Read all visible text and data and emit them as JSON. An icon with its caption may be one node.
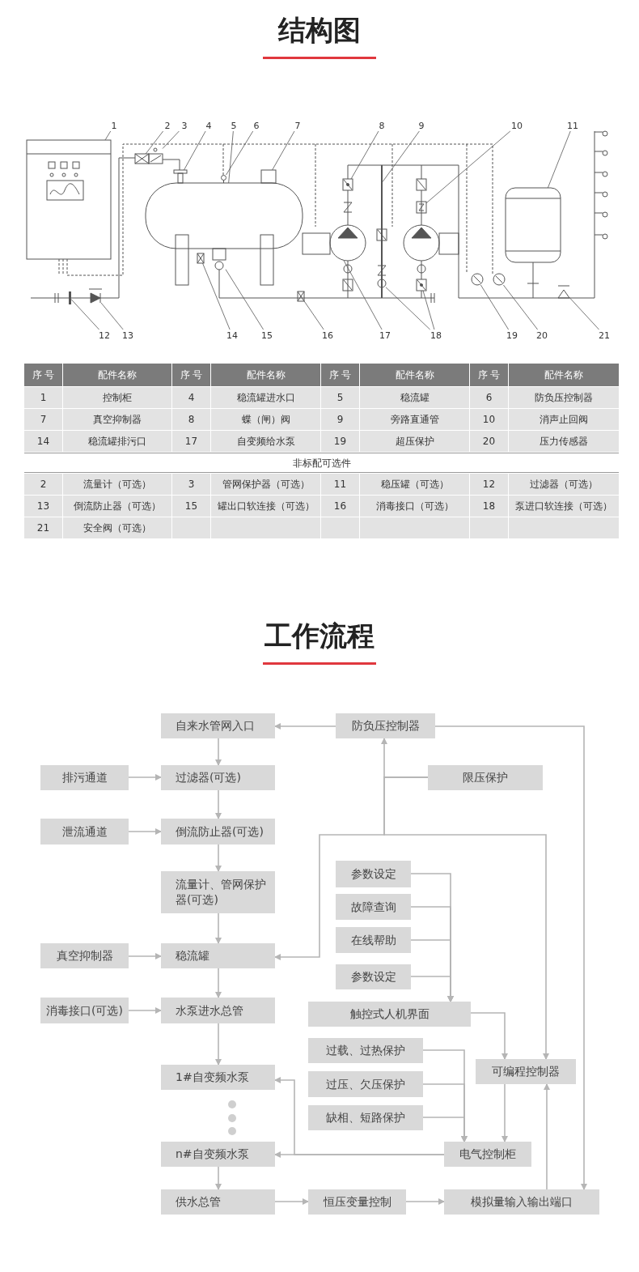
{
  "diagram": {
    "nodes": [
      {
        "text": [
          "1"
        ]
      },
      {
        "text": [
          "2"
        ]
      },
      {
        "text": [
          "3"
        ]
      },
      {
        "text": [
          "4"
        ]
      },
      {
        "text": [
          "5"
        ]
      },
      {
        "text": [
          "6"
        ]
      },
      {
        "text": [
          "7"
        ]
      },
      {
        "text": [
          "8"
        ]
      },
      {
        "text": [
          "9"
        ]
      },
      {
        "text": [
          "10"
        ]
      },
      {
        "text": [
          "11"
        ]
      },
      {
        "text": [
          "12"
        ]
      },
      {
        "text": [
          "13"
        ]
      },
      {
        "text": [
          "14"
        ]
      },
      {
        "text": [
          "15"
        ]
      },
      {
        "text": [
          "16"
        ]
      },
      {
        "text": [
          "17"
        ]
      },
      {
        "text": [
          "18"
        ]
      },
      {
        "text": [
          "19"
        ]
      },
      {
        "text": [
          "20"
        ]
      },
      {
        "text": [
          "21"
        ]
      },
      {
        "text": [
          "自来水管网入口"
        ]
      },
      {
        "text": [
          "防负压控制器"
        ]
      },
      {
        "text": [
          "排污通道"
        ]
      },
      {
        "text": [
          "过滤器(可选)"
        ]
      },
      {
        "text": [
          "限压保护"
        ]
      },
      {
        "text": [
          "泄流通道"
        ]
      },
      {
        "text": [
          "倒流防止器(可选)"
        ]
      },
      {
        "text": [
          "参数设定"
        ]
      },
      {
        "text": [
          "流量计、管网保护器(可选)"
        ]
      },
      {
        "text": [
          "故障查询"
        ]
      },
      {
        "text": [
          "在线帮助"
        ]
      },
      {
        "text": [
          "真空抑制器"
        ]
      },
      {
        "text": [
          "稳流罐"
        ]
      },
      {
        "text": [
          "参数设定"
        ]
      },
      {
        "text": [
          "消毒接口(可选)"
        ]
      },
      {
        "text": [
          "水泵进水总管"
        ]
      },
      {
        "text": [
          "触控式人机界面"
        ]
      },
      {
        "text": [
          "过载、过热保护"
        ]
      },
      {
        "text": [
          "可编程控制器"
        ]
      },
      {
        "text": [
          "1#自变频水泵"
        ]
      },
      {
        "text": [
          "过压、欠压保护"
        ]
      },
      {
        "text": [
          "缺相、短路保护"
        ]
      },
      {
        "text": [
          "n#自变频水泵"
        ]
      },
      {
        "text": [
          "电气控制柜"
        ]
      },
      {
        "text": [
          "供水总管"
        ]
      },
      {
        "text": [
          "恒压变量控制"
        ]
      },
      {
        "text": [
          "模拟量输入输出端口"
        ]
      },
      {
        "text": [],
        "shape": "box"
      },
      {
        "text": [],
        "shape": "box"
      },
      {
        "text": [],
        "shape": "box"
      },
      {
        "text": [],
        "shape": "box"
      },
      {
        "text": [],
        "shape": "cylinder"
      },
      {
        "text": [],
        "shape": "circle"
      },
      {
        "text": [],
        "shape": "box"
      },
      {
        "text": [],
        "shape": "box"
      },
      {
        "text": [],
        "shape": "bar"
      },
      {
        "text": [],
        "shape": "box"
      },
      {
        "text": [],
        "shape": "cylinder"
      },
      {
        "text": [],
        "shape": "bar"
      },
      {
        "text": [],
        "shape": "triangle"
      },
      {
        "text": [],
        "shape": "box"
      },
      {
        "text": [],
        "shape": "box"
      },
      {
        "text": [],
        "shape": "box"
      },
      {
        "text": [],
        "shape": "circle"
      },
      {
        "text": [],
        "shape": "circle"
      },
      {
        "text": [],
        "shape": "box"
      },
      {
        "text": [],
        "shape": "circle"
      },
      {
        "text": [],
        "shape": "circle"
      },
      {
        "text": [],
        "shape": "triangle"
      }
    ],
    "edges": [
      {
        "from": 0,
        "to": 48,
        "arrow": "none",
        "color": "#555555"
      },
      {
        "from": 1,
        "to": 49,
        "arrow": "none",
        "color": "#555555"
      },
      {
        "from": 2,
        "to": 50,
        "arrow": "none",
        "color": "#555555"
      },
      {
        "from": 3,
        "to": 51,
        "arrow": "none",
        "color": "#555555"
      },
      {
        "from": 4,
        "to": 52,
        "arrow": "none",
        "color": "#555555"
      },
      {
        "from": 5,
        "to": 53,
        "arrow": "none",
        "color": "#555555"
      },
      {
        "from": 6,
        "to": 54,
        "arrow": "none",
        "color": "#555555"
      },
      {
        "from": 7,
        "to": 55,
        "arrow": "none",
        "color": "#555555"
      },
      {
        "from": 8,
        "to": 56,
        "arrow": "none",
        "color": "#555555"
      },
      {
        "from": 9,
        "to": 57,
        "arrow": "none",
        "color": "#555555"
      },
      {
        "from": 10,
        "to": 58,
        "arrow": "none",
        "color": "#555555"
      },
      {
        "from": 11,
        "to": 59,
        "arrow": "none",
        "color": "#555555"
      },
      {
        "from": 12,
        "to": 60,
        "arrow": "none",
        "color": "#555555"
      },
      {
        "from": 13,
        "to": 61,
        "arrow": "none",
        "color": "#555555"
      },
      {
        "from": 14,
        "to": 62,
        "arrow": "none",
        "color": "#555555"
      },
      {
        "from": 15,
        "to": 63,
        "arrow": "none",
        "color": "#555555"
      },
      {
        "from": 16,
        "to": 64,
        "arrow": "none",
        "color": "#555555"
      },
      {
        "from": 17,
        "to": 65,
        "arrow": "none",
        "color": "#555555"
      },
      {
        "from": 17,
        "to": 66,
        "arrow": "none",
        "color": "#555555"
      },
      {
        "from": 18,
        "to": 67,
        "arrow": "none",
        "color": "#555555"
      },
      {
        "from": 19,
        "to": 68,
        "arrow": "none",
        "color": "#555555"
      },
      {
        "from": 20,
        "to": 69,
        "arrow": "none",
        "color": "#555555"
      },
      {
        "from": 21,
        "to": 24,
        "arrow": "to"
      },
      {
        "from": 24,
        "to": 27,
        "arrow": "to"
      },
      {
        "from": 27,
        "to": 29,
        "arrow": "to"
      },
      {
        "from": 29,
        "to": 33,
        "arrow": "to"
      },
      {
        "from": 33,
        "to": 36,
        "arrow": "to"
      },
      {
        "from": 36,
        "to": 40,
        "arrow": "to"
      },
      {
        "from": 43,
        "to": 45,
        "arrow": "to"
      },
      {
        "from": 23,
        "to": 24,
        "arrow": "to"
      },
      {
        "from": 26,
        "to": 27,
        "arrow": "to"
      },
      {
        "from": 32,
        "to": 33,
        "arrow": "to"
      },
      {
        "from": 35,
        "to": 36,
        "arrow": "to"
      },
      {
        "from": 22,
        "to": 21,
        "arrow": "to"
      },
      {
        "from": 22,
        "to": 47,
        "arrow": "to"
      },
      {
        "from": 25,
        "to": 22,
        "arrow": "to"
      },
      {
        "from": 25,
        "to": 33,
        "arrow": "to"
      },
      {
        "from": 25,
        "to": 39,
        "arrow": "to"
      },
      {
        "from": 28,
        "to": 37,
        "arrow": "to"
      },
      {
        "from": 30,
        "to": 37,
        "arrow": "to"
      },
      {
        "from": 31,
        "to": 37,
        "arrow": "to"
      },
      {
        "from": 34,
        "to": 37,
        "arrow": "to"
      },
      {
        "from": 37,
        "to": 39,
        "arrow": "to"
      },
      {
        "from": 38,
        "to": 44,
        "arrow": "to"
      },
      {
        "from": 41,
        "to": 44,
        "arrow": "to"
      },
      {
        "from": 42,
        "to": 44,
        "arrow": "to"
      },
      {
        "from": 39,
        "to": 44,
        "arrow": "to"
      },
      {
        "from": 44,
        "to": 43,
        "arrow": "to"
      },
      {
        "from": 44,
        "to": 40,
        "arrow": "to"
      },
      {
        "from": 45,
        "to": 46,
        "arrow": "to"
      },
      {
        "from": 46,
        "to": 47,
        "arrow": "to"
      },
      {
        "from": 47,
        "to": 39,
        "arrow": "to"
      }
    ],
    "labels": [
      "结构图",
      "序 号",
      "配件名称",
      "序 号",
      "配件名称",
      "序 号",
      "配件名称",
      "序 号",
      "配件名称",
      "1",
      "控制柜",
      "4",
      "稳流罐进水口",
      "5",
      "稳流罐",
      "6",
      "防负压控制器",
      "7",
      "真空抑制器",
      "8",
      "蝶（闸）阀",
      "9",
      "旁路直通管",
      "10",
      "消声止回阀",
      "14",
      "稳流罐排污口",
      "17",
      "自变频给水泵",
      "19",
      "超压保护",
      "20",
      "压力传感器",
      "非标配可选件",
      "2",
      "流量计（可选）",
      "3",
      "管网保护器（可选）",
      "11",
      "稳压罐（可选）",
      "12",
      "过滤器（可选）",
      "13",
      "倒流防止器（可选）",
      "15",
      "罐出口软连接（可选）",
      "16",
      "消毒接口（可选）",
      "18",
      "泵进口软连接（可选）",
      "21",
      "安全阀（可选）",
      "工作流程"
    ]
  }
}
